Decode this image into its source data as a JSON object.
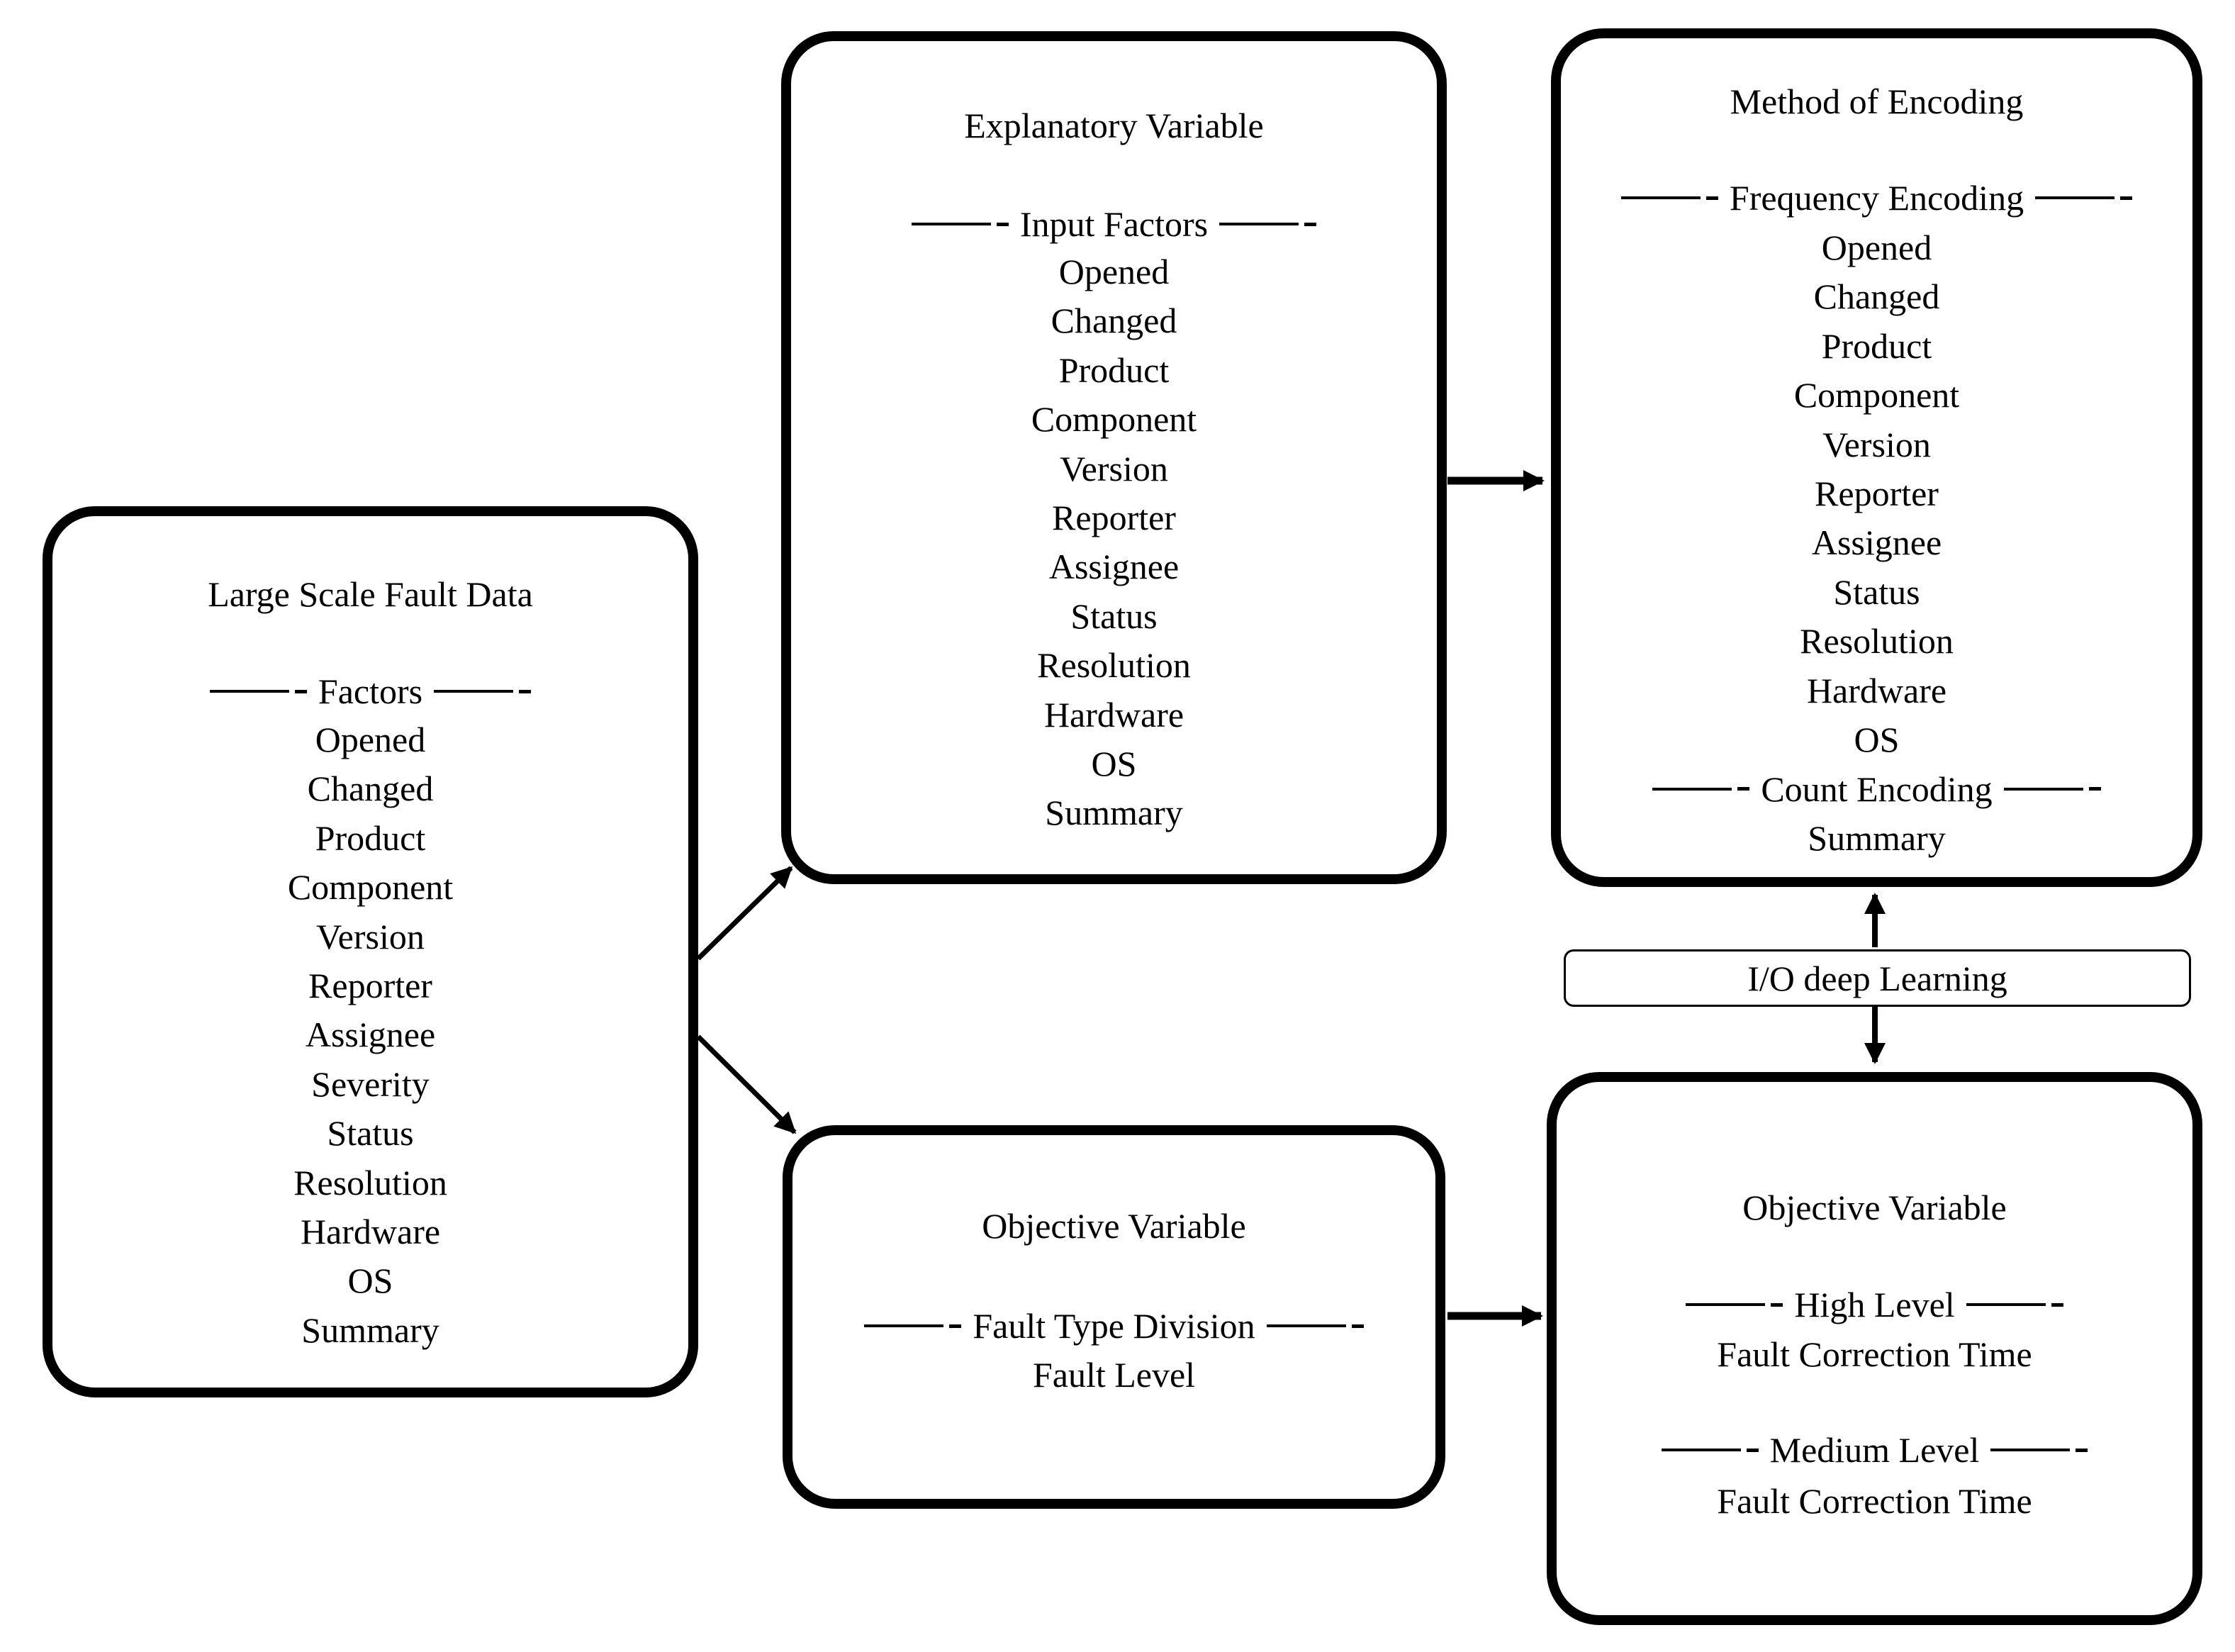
{
  "colors": {
    "ink": "#000000",
    "paper": "#ffffff"
  },
  "boxes": {
    "fault_data": {
      "title": "Large Scale Fault Data",
      "section": "Factors",
      "items": [
        "Opened",
        "Changed",
        "Product",
        "Component",
        "Version",
        "Reporter",
        "Assignee",
        "Severity",
        "Status",
        "Resolution",
        "Hardware",
        "OS",
        "Summary"
      ]
    },
    "explanatory": {
      "title": "Explanatory Variable",
      "section": "Input Factors",
      "items": [
        "Opened",
        "Changed",
        "Product",
        "Component",
        "Version",
        "Reporter",
        "Assignee",
        "Status",
        "Resolution",
        "Hardware",
        "OS",
        "Summary"
      ]
    },
    "encoding": {
      "title": "Method of Encoding",
      "section_frequency": "Frequency Encoding",
      "items": [
        "Opened",
        "Changed",
        "Product",
        "Component",
        "Version",
        "Reporter",
        "Assignee",
        "Status",
        "Resolution",
        "Hardware",
        "OS"
      ],
      "section_count": "Count Encoding",
      "summary_item": "Summary"
    },
    "objective_division": {
      "title": "Objective Variable",
      "section": "Fault Type Division",
      "item": "Fault Level"
    },
    "objective_levels": {
      "title": "Objective Variable",
      "section_high": "High Level",
      "item_high": "Fault Correction Time",
      "section_medium": "Medium Level",
      "item_medium": "Fault Correction Time"
    }
  },
  "io_box": {
    "label": "I/O deep Learning"
  }
}
